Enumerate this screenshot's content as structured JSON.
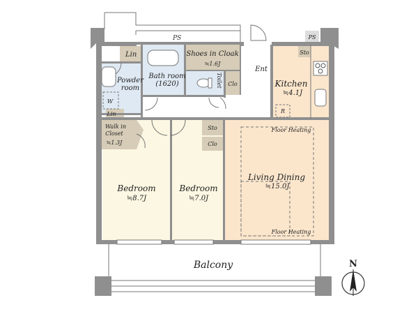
{
  "rooms": {
    "ps_top": "PS",
    "ps_right": "PS",
    "lin_top": "Lin",
    "powder": "Powder room",
    "bath": "Bath room (1620)",
    "shoes": "Shoes in Cloak",
    "shoes_area": "≒1.6J",
    "toilet": "Toilet",
    "clo_toilet": "Clo",
    "ent": "Ent",
    "sto_kitchen": "Sto",
    "kitchen": "Kitchen",
    "kitchen_area": "≒4.1J",
    "refrigerator": "R",
    "w": "W",
    "lin_bottom": "Lin",
    "walk_in": "Walk in Closet",
    "walk_in_area": "≒1.3J",
    "sto_mid": "Sto",
    "clo_mid": "Clo",
    "floor_heating_top": "Floor Heating",
    "living": "Living Dining",
    "living_area": "≒15.0J",
    "floor_heating_bottom": "Floor Heating",
    "bedroom1": "Bedroom",
    "bedroom1_area": "≒8.7J",
    "bedroom2": "Bedroom",
    "bedroom2_area": "≒7.0J",
    "balcony": "Balcony"
  },
  "compass": {
    "label": "N"
  },
  "colors": {
    "wall": "#8f8f8f",
    "wet_area": "#dfe9f3",
    "storage": "#d6ccb7",
    "floor_wood": "#fbe6cc",
    "bedroom_floor": "#fbf7e2",
    "balcony": "#ffffff"
  }
}
